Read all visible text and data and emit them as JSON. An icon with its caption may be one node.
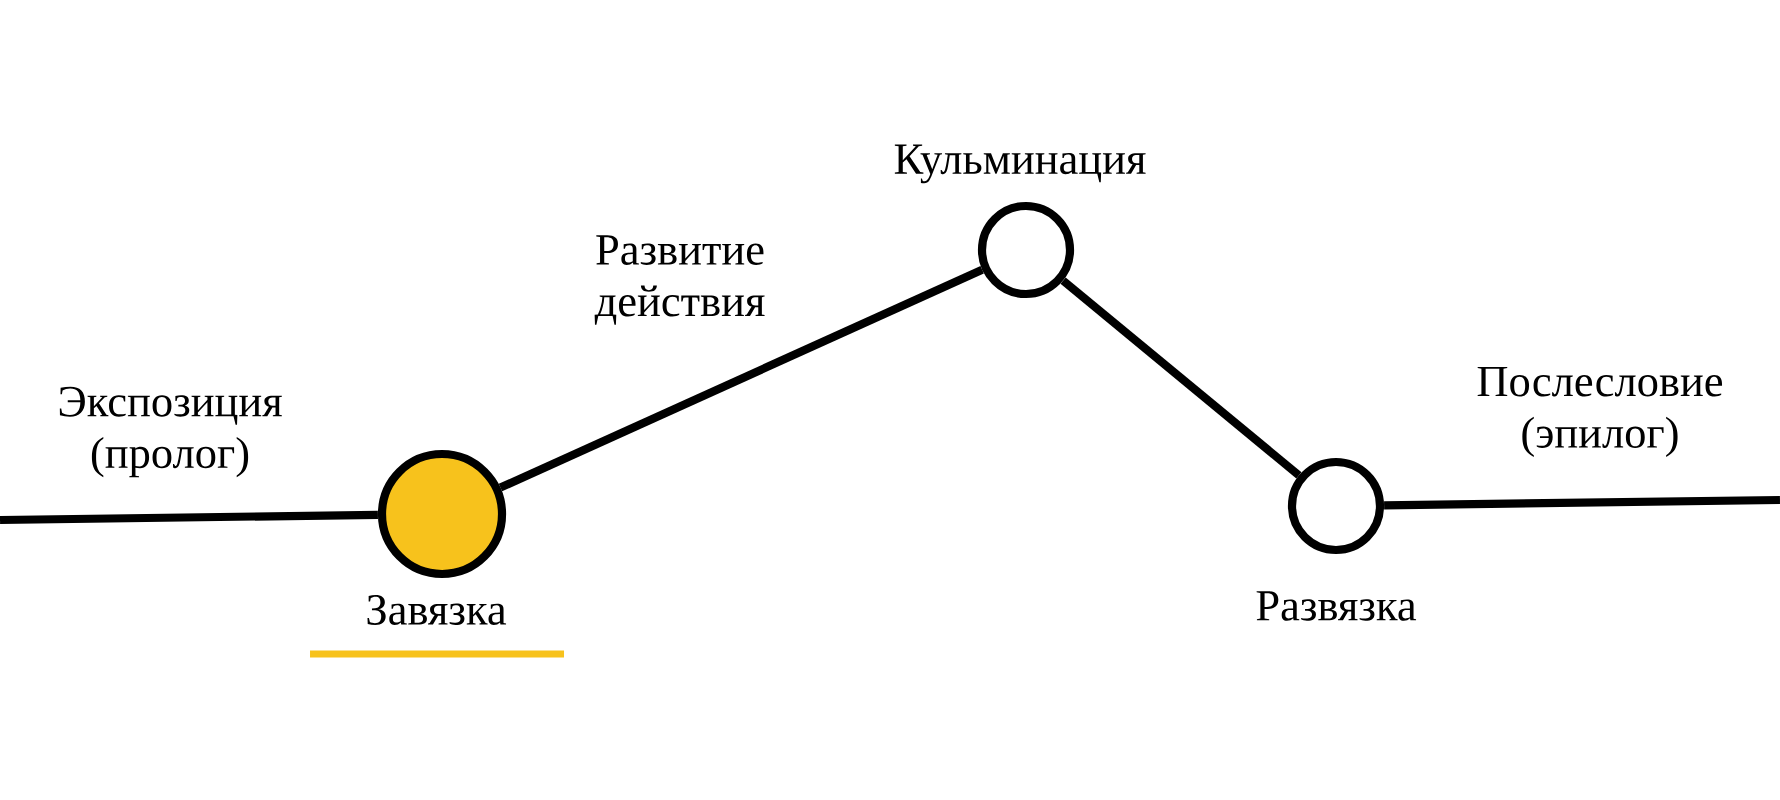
{
  "diagram": {
    "nodes": [
      {
        "text": [],
        "shape": "circle",
        "beside": [
          "Завязка"
        ]
      },
      {
        "text": [],
        "shape": "circle",
        "beside": [
          "Кульминация"
        ]
      },
      {
        "text": [],
        "shape": "circle",
        "beside": [
          "Развязка"
        ]
      }
    ],
    "edges": [
      {
        "from": null,
        "to": 0,
        "arrow": "none",
        "label": "Экспозиция (пролог)"
      },
      {
        "from": 0,
        "to": 1,
        "arrow": "none",
        "label": "Развитие действия"
      },
      {
        "from": 1,
        "to": 2,
        "arrow": "none"
      },
      {
        "from": 2,
        "to": null,
        "arrow": "none",
        "label": "Послесловие (эпилог)"
      }
    ]
  }
}
